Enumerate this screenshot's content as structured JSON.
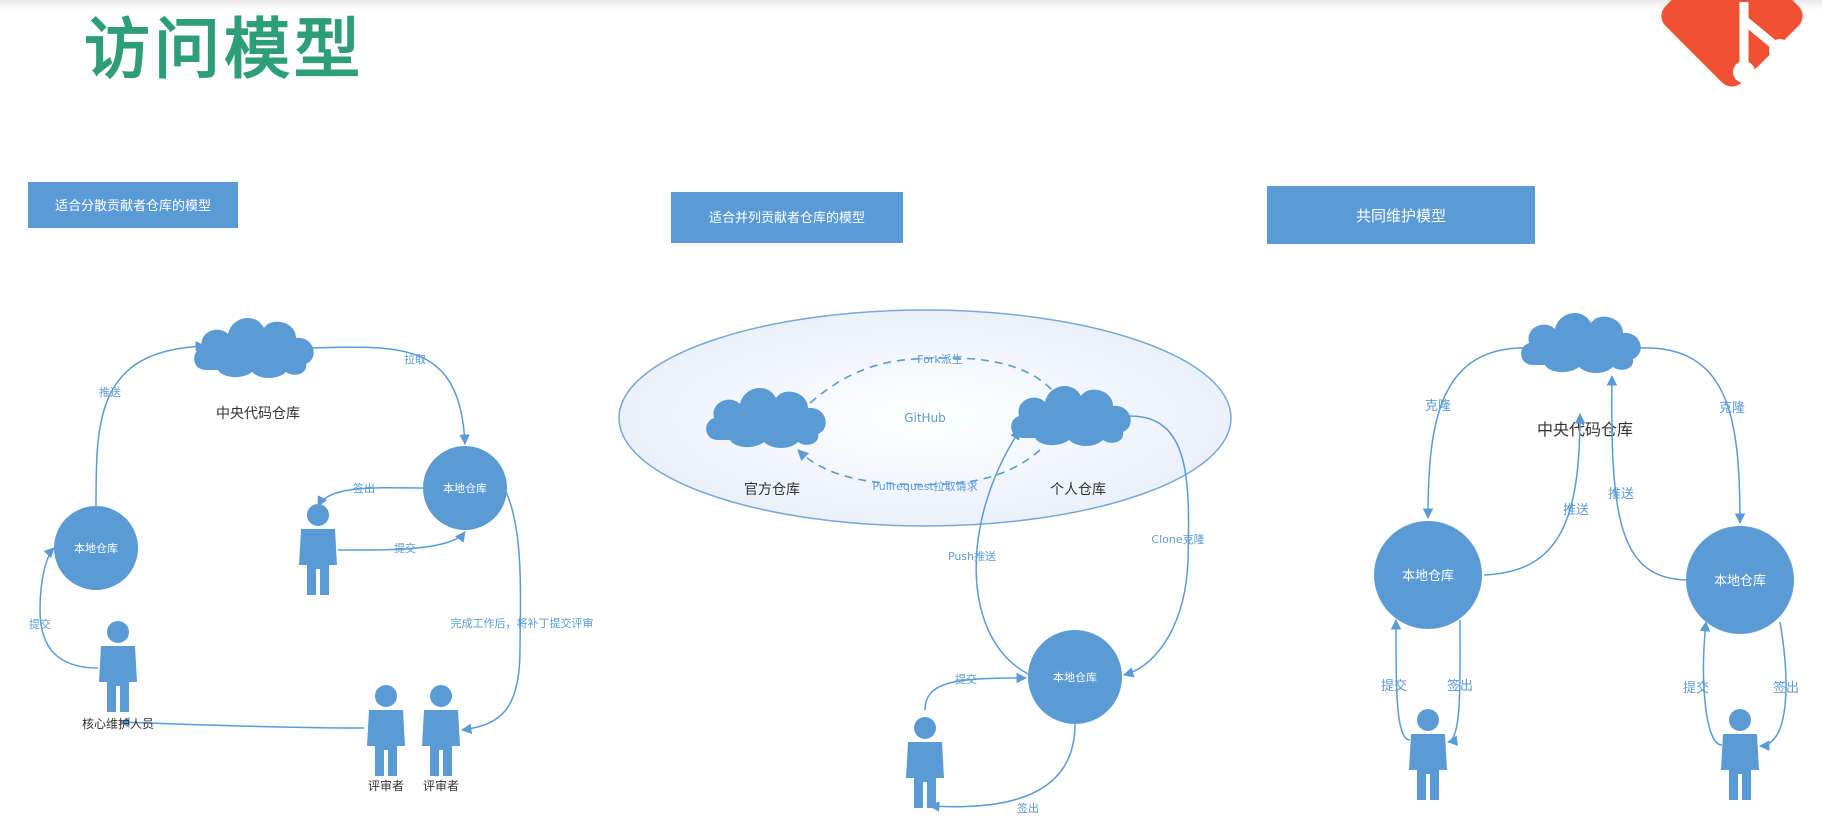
{
  "page_title": "访问模型",
  "colors": {
    "title": "#2e9e78",
    "box": "#5b9bd5",
    "shape": "#5b9bd5",
    "line": "#5b9bd5",
    "logo": "#f05133"
  },
  "logo": {
    "icon": "git-logo-icon"
  },
  "model1": {
    "header": "适合分散贡献者仓库的模型",
    "cloud_label": "中央代码仓库",
    "local_repo_left": "本地仓库",
    "local_repo_right": "本地仓库",
    "push_label": "推送",
    "pull_label": "拉取",
    "checkout_label": "签出",
    "commit_label": "提交",
    "commit_left_label": "提交",
    "patch_label": "完成工作后，将补丁提交评审",
    "maintainer_label": "核心维护人员",
    "reviewer1_label": "评审者",
    "reviewer2_label": "评审者"
  },
  "model2": {
    "header": "适合并列贡献者仓库的模型",
    "fork_label": "Fork派生",
    "github_label": "GitHub",
    "pullrequest_label": "Pullrequest拉取请求",
    "official_label": "官方仓库",
    "personal_label": "个人仓库",
    "clone_label": "Clone克隆",
    "push_label": "Push推送",
    "local_repo": "本地仓库",
    "commit_label": "提交",
    "checkout_label": "签出"
  },
  "model3": {
    "header": "共同维护模型",
    "cloud_label": "中央代码仓库",
    "clone_left": "克隆",
    "clone_right": "克隆",
    "push_left": "推送",
    "push_right": "推送",
    "local_left": "本地仓库",
    "local_right": "本地仓库",
    "commit_left": "提交",
    "checkout_left": "签出",
    "commit_right": "提交",
    "checkout_right": "签出"
  }
}
